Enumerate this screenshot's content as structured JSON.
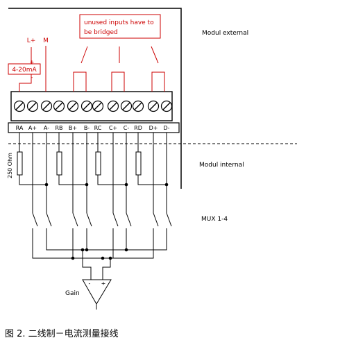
{
  "labels": {
    "note": [
      "unused inputs have to",
      "be bridged"
    ],
    "modul_external": "Modul external",
    "modul_internal": "Modul internal",
    "mux": "MUX 1-4",
    "gain": "Gain",
    "resistor": "250 Ohm",
    "l_plus": "L+",
    "m": "M",
    "current_source": "4-20mA",
    "src_plus": "+",
    "src_minus": "-",
    "amp_minus": "-",
    "amp_plus": "+"
  },
  "terminals": [
    "RA",
    "A+",
    "A-",
    "RB",
    "B+",
    "B-",
    "RC",
    "C+",
    "C-",
    "RD",
    "D+",
    "D-"
  ],
  "caption": "图  2. 二线制－电流测量接线",
  "colors": {
    "wire": "#000000",
    "external_wiring": "#cc0000"
  }
}
